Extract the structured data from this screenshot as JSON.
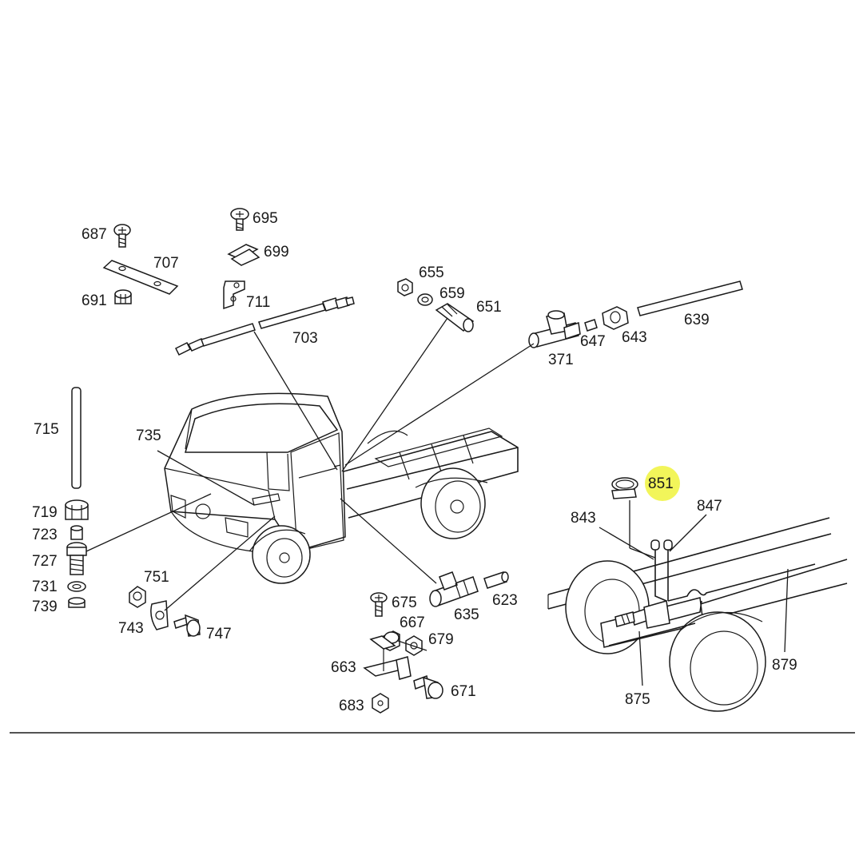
{
  "diagram": {
    "highlight_color": "#f2f55a",
    "highlighted_part": "851",
    "callouts": {
      "c687": "687",
      "c695": "695",
      "c699": "699",
      "c707": "707",
      "c691": "691",
      "c711": "711",
      "c703": "703",
      "c655": "655",
      "c659": "659",
      "c651": "651",
      "c639": "639",
      "c647": "647",
      "c643": "643",
      "c371": "371",
      "c715": "715",
      "c735": "735",
      "c719": "719",
      "c723": "723",
      "c727": "727",
      "c731": "731",
      "c739": "739",
      "c751": "751",
      "c743": "743",
      "c747": "747",
      "c675": "675",
      "c667": "667",
      "c679": "679",
      "c663": "663",
      "c683": "683",
      "c671": "671",
      "c635": "635",
      "c623": "623",
      "c851": "851",
      "c843": "843",
      "c847": "847",
      "c875": "875",
      "c879": "879"
    }
  }
}
